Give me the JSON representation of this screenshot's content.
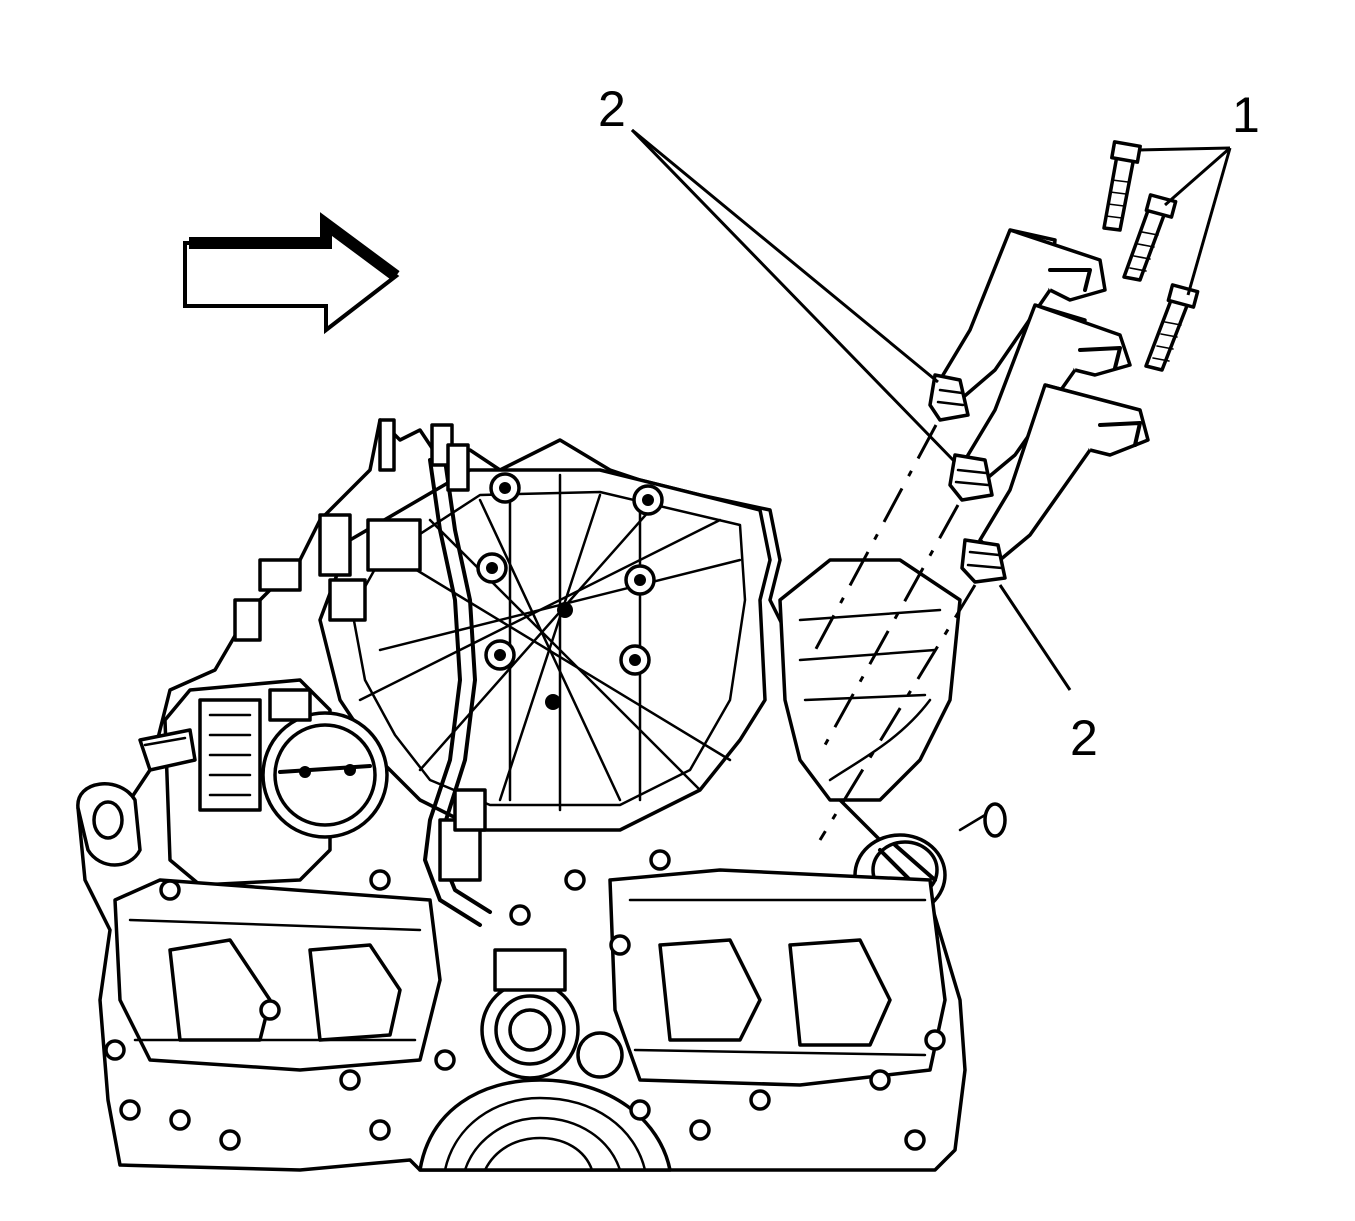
{
  "callouts": [
    {
      "id": "1",
      "label": "1"
    },
    {
      "id": "2a",
      "label": "2"
    },
    {
      "id": "2b",
      "label": "2"
    }
  ],
  "icons": {
    "direction_arrow": "arrow-right-icon"
  }
}
